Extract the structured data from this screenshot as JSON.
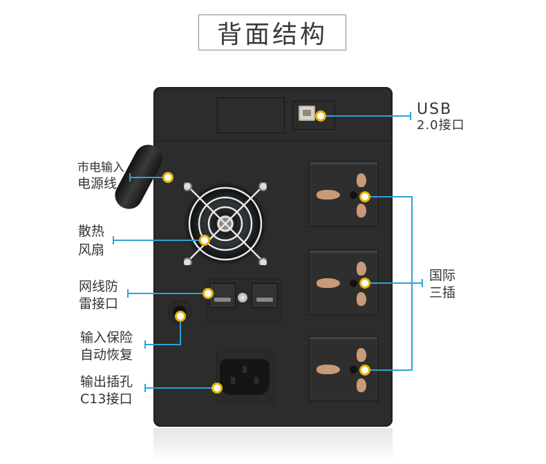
{
  "title": "背面结构",
  "colors": {
    "callout_line": "#2aa3d6",
    "callout_dot": "#e8b400",
    "device_body": "#2c2c2c"
  },
  "callouts": {
    "usb": {
      "line1": "USB",
      "line2": "2.0接口"
    },
    "power_cord": {
      "line1": "市电输入",
      "line2": "电源线"
    },
    "fan": {
      "line1": "散热",
      "line2": "风扇"
    },
    "network": {
      "line1": "网线防",
      "line2": "雷接口"
    },
    "fuse": {
      "line1": "输入保险",
      "line2": "自动恢复"
    },
    "output": {
      "line1": "输出插孔",
      "line2": "C13接口"
    },
    "sockets": {
      "line1": "国际",
      "line2": "三插"
    }
  }
}
